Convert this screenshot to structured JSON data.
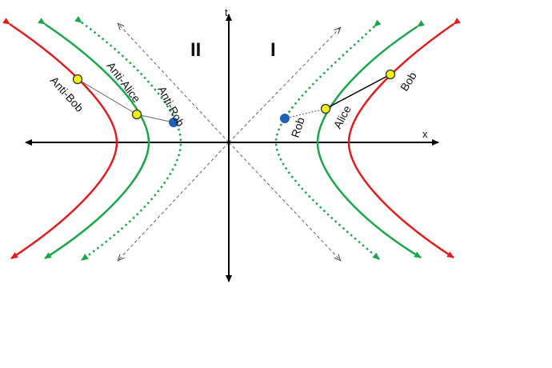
{
  "axes": {
    "x_label": "x",
    "t_label": "t"
  },
  "regions": {
    "right": "I",
    "left": "II"
  },
  "observers": {
    "alice": "Alice",
    "bob": "Bob",
    "rob": "Rob",
    "anti_alice": "Anti-Alice",
    "anti_bob": "Anti-Bob",
    "anti_rob": "Anti-Rob"
  },
  "colors": {
    "bob_curve": "#e31b1b",
    "alice_curve": "#1aa64a",
    "rob_curve": "#1aa64a",
    "axis": "#000000",
    "light_cone": "#555555",
    "detector_yellow": "#f2f20c",
    "rob_marker": "#1f5fb8"
  }
}
